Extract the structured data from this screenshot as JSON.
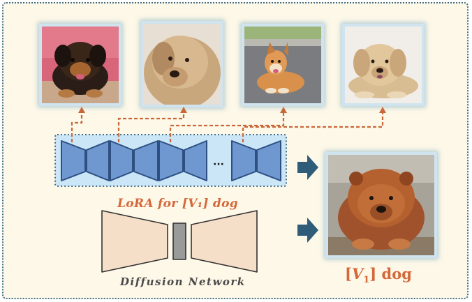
{
  "lora_label": "LoRA for [V₁] dog",
  "diffusion_label": "Diffusion Network",
  "output_label": {
    "open_bracket": "[",
    "token": "V",
    "subscript": "1",
    "close_bracket": "]",
    "noun": "dog"
  },
  "ellipsis": "···",
  "colors": {
    "background": "#fdf8e8",
    "frame_border": "#3f6d8a",
    "lora_fill": "#cbe6f7",
    "lora_block_fill": "#6e98cf",
    "lora_block_stroke": "#2e4f82",
    "diffusion_fill": "#f6dfc8",
    "diffusion_bottleneck": "#9a9a9a",
    "arrow_dashed": "#c8683a",
    "arrow_block": "#2f5c78",
    "accent_text": "#d4683a",
    "muted_text": "#4a4a4a"
  },
  "icons": {
    "generated_samples": [
      "dog-photo-black-brown",
      "dog-photo-cream-fluffy",
      "dog-photo-shiba-outdoor",
      "dog-photo-cream-lying"
    ],
    "output_sample": "dog-photo-chow-chow"
  }
}
